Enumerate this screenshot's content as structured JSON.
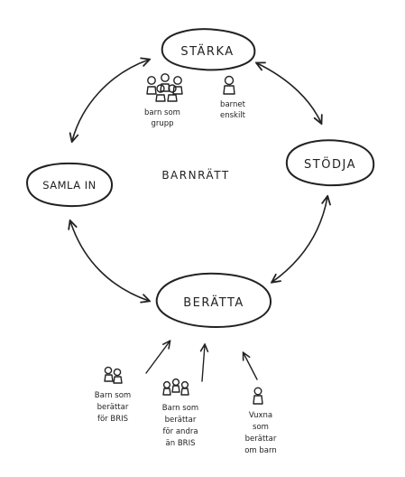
{
  "nodes": {
    "starka": "STÄRKA",
    "stodja": "STÖDJA",
    "beratta": "BERÄTTA",
    "samla_in": "SAMLA IN"
  },
  "center_label": "BARNRÄTT",
  "annotations": {
    "barn_som_grupp": [
      "barn som",
      "grupp"
    ],
    "barnet_enskilt": [
      "barnet",
      "enskilt"
    ],
    "barn_berattar_bris": [
      "Barn som",
      "berättar",
      "för BRIS"
    ],
    "barn_berattar_andra": [
      "Barn som",
      "berättar",
      "för andra",
      "än BRIS"
    ],
    "vuxna_berattar": [
      "Vuxna",
      "som",
      "berättar",
      "om barn"
    ]
  },
  "icons": [
    "group-of-children-icon",
    "single-child-icon",
    "pair-of-children-icon",
    "trio-of-children-icon",
    "adult-figure-icon"
  ]
}
